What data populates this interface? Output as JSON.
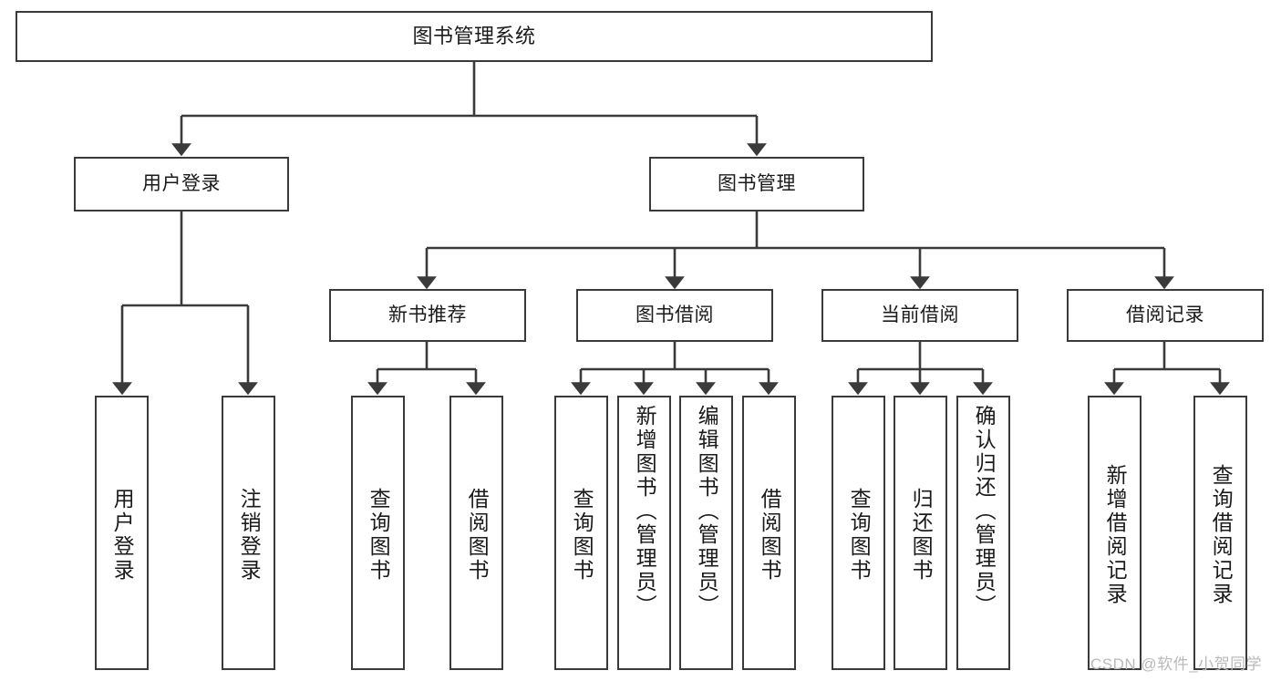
{
  "diagram": {
    "title": "图书管理系统",
    "type": "tree-hierarchy-diagram",
    "watermark": "CSDN @软件_小贺同学",
    "colors": {
      "stroke": "#3a3a3a",
      "fill": "#ffffff",
      "text": "#1a1a1a",
      "watermark": "#b9b9b9"
    },
    "nodes": {
      "root": {
        "label": "图书管理系统"
      },
      "level1": [
        {
          "id": "user-login",
          "label": "用户登录"
        },
        {
          "id": "book-manage",
          "label": "图书管理"
        }
      ],
      "level2": [
        {
          "id": "new-book-recommend",
          "label": "新书推荐"
        },
        {
          "id": "book-borrow",
          "label": "图书借阅"
        },
        {
          "id": "current-borrow",
          "label": "当前借阅"
        },
        {
          "id": "borrow-record",
          "label": "借阅记录"
        }
      ],
      "leaves": {
        "user_login": [
          {
            "id": "leaf-user-login",
            "label": "用户登录"
          },
          {
            "id": "leaf-logout-login",
            "label": "注销登录"
          }
        ],
        "new_book_recommend": [
          {
            "id": "leaf-query-book-1",
            "label": "查询图书"
          },
          {
            "id": "leaf-borrow-book-1",
            "label": "借阅图书"
          }
        ],
        "book_borrow": [
          {
            "id": "leaf-query-book-2",
            "label": "查询图书"
          },
          {
            "id": "leaf-add-book-admin",
            "label": "新增图书（管理员）"
          },
          {
            "id": "leaf-edit-book-admin",
            "label": "编辑图书（管理员）"
          },
          {
            "id": "leaf-borrow-book-2",
            "label": "借阅图书"
          }
        ],
        "current_borrow": [
          {
            "id": "leaf-query-book-3",
            "label": "查询图书"
          },
          {
            "id": "leaf-return-book",
            "label": "归还图书"
          },
          {
            "id": "leaf-confirm-return-admin",
            "label": "确认归还（管理员）"
          }
        ],
        "borrow_record": [
          {
            "id": "leaf-add-borrow-record",
            "label": "新增借阅记录"
          },
          {
            "id": "leaf-query-borrow-record",
            "label": "查询借阅记录"
          }
        ]
      }
    }
  }
}
